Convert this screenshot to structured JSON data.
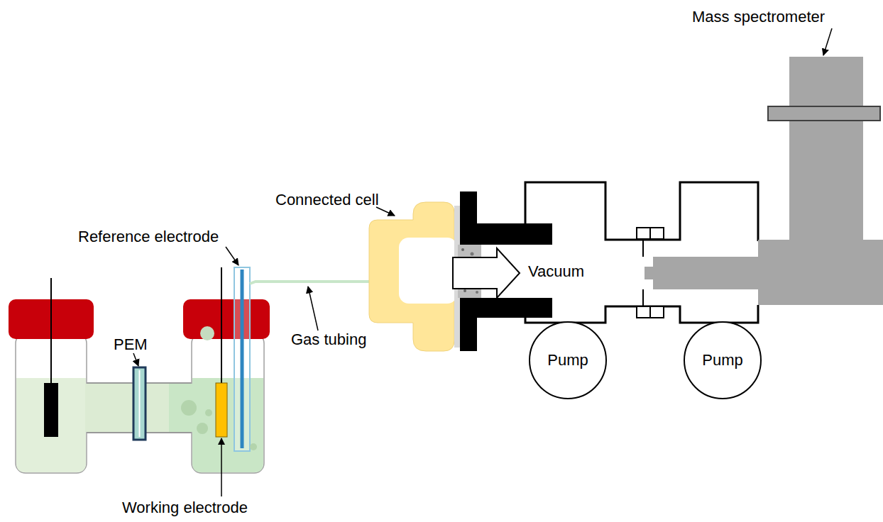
{
  "diagram": {
    "nodes": [
      {
        "text": [
          "Vacuum"
        ]
      },
      {
        "text": [
          "Pump"
        ]
      },
      {
        "text": [
          "Pump"
        ]
      }
    ],
    "labels": [
      "Mass spectrometer",
      "Connected cell",
      "Reference electrode",
      "PEM",
      "Gas tubing",
      "Working electrode"
    ]
  }
}
